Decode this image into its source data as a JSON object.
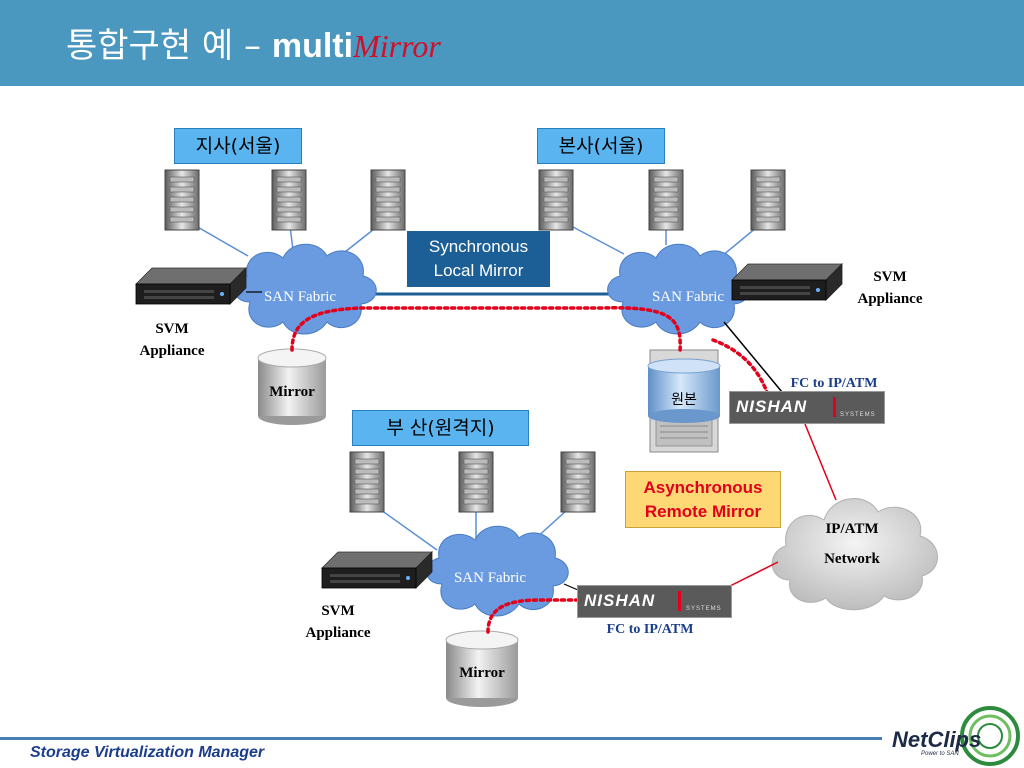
{
  "title": {
    "korean": "통합구현 예",
    "dash": "–",
    "multi": "multi",
    "mirror": "Mirror"
  },
  "sites": {
    "branch": "지사(서울)",
    "head": "본사(서울)",
    "busan": "부  산(원격지)"
  },
  "labels": {
    "san_fabric": "SAN Fabric",
    "svm": "SVM",
    "appliance": "Appliance",
    "mirror": "Mirror",
    "original": "원본",
    "fc_ip_atm": "FC to IP/ATM",
    "ip_atm": "IP/ATM",
    "network": "Network",
    "nishan": "NISHAN",
    "systems": "SYSTEMS"
  },
  "callouts": {
    "sync_line1": "Synchronous",
    "sync_line2": "Local Mirror",
    "async_line1": "Asynchronous",
    "async_line2": "Remote Mirror"
  },
  "footer": {
    "text": "Storage Virtualization Manager",
    "logo": "NetClips",
    "logo_sub": "Power to SAN"
  },
  "colors": {
    "header": "#4a97c0",
    "cloud": "#6a9be0",
    "sync_link": "#1b5f96",
    "async_link": "#e2001a",
    "site_label": "#5ab4f0"
  }
}
